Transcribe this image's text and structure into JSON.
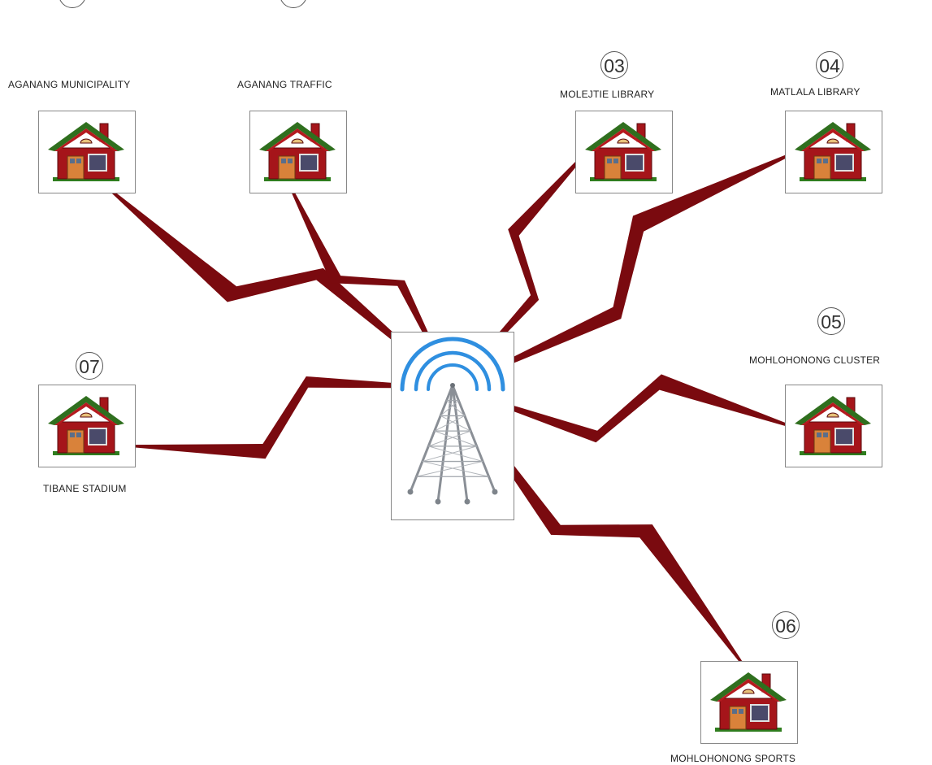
{
  "diagram": {
    "hub": {
      "name": "tower",
      "icon": "radio-tower-icon"
    },
    "link_color": "#7a0a0f",
    "signal_color": "#2f8fe0",
    "sites": [
      {
        "id": "01",
        "number": "",
        "label": "AGANANG MUNICIPALITY",
        "icon": "house-icon"
      },
      {
        "id": "02",
        "number": "",
        "label": "AGANANG TRAFFIC",
        "icon": "house-icon"
      },
      {
        "id": "03",
        "number": "03",
        "label": "MOLEJTIE LIBRARY",
        "icon": "house-icon"
      },
      {
        "id": "04",
        "number": "04",
        "label": "MATLALA  LIBRARY",
        "icon": "house-icon"
      },
      {
        "id": "05",
        "number": "05",
        "label": "MOHLOHONONG CLUSTER",
        "icon": "house-icon"
      },
      {
        "id": "06",
        "number": "06",
        "label": "MOHLOHONONG SPORTS",
        "icon": "house-icon"
      },
      {
        "id": "07",
        "number": "07",
        "label": "TIBANE STADIUM",
        "icon": "house-icon"
      }
    ]
  }
}
